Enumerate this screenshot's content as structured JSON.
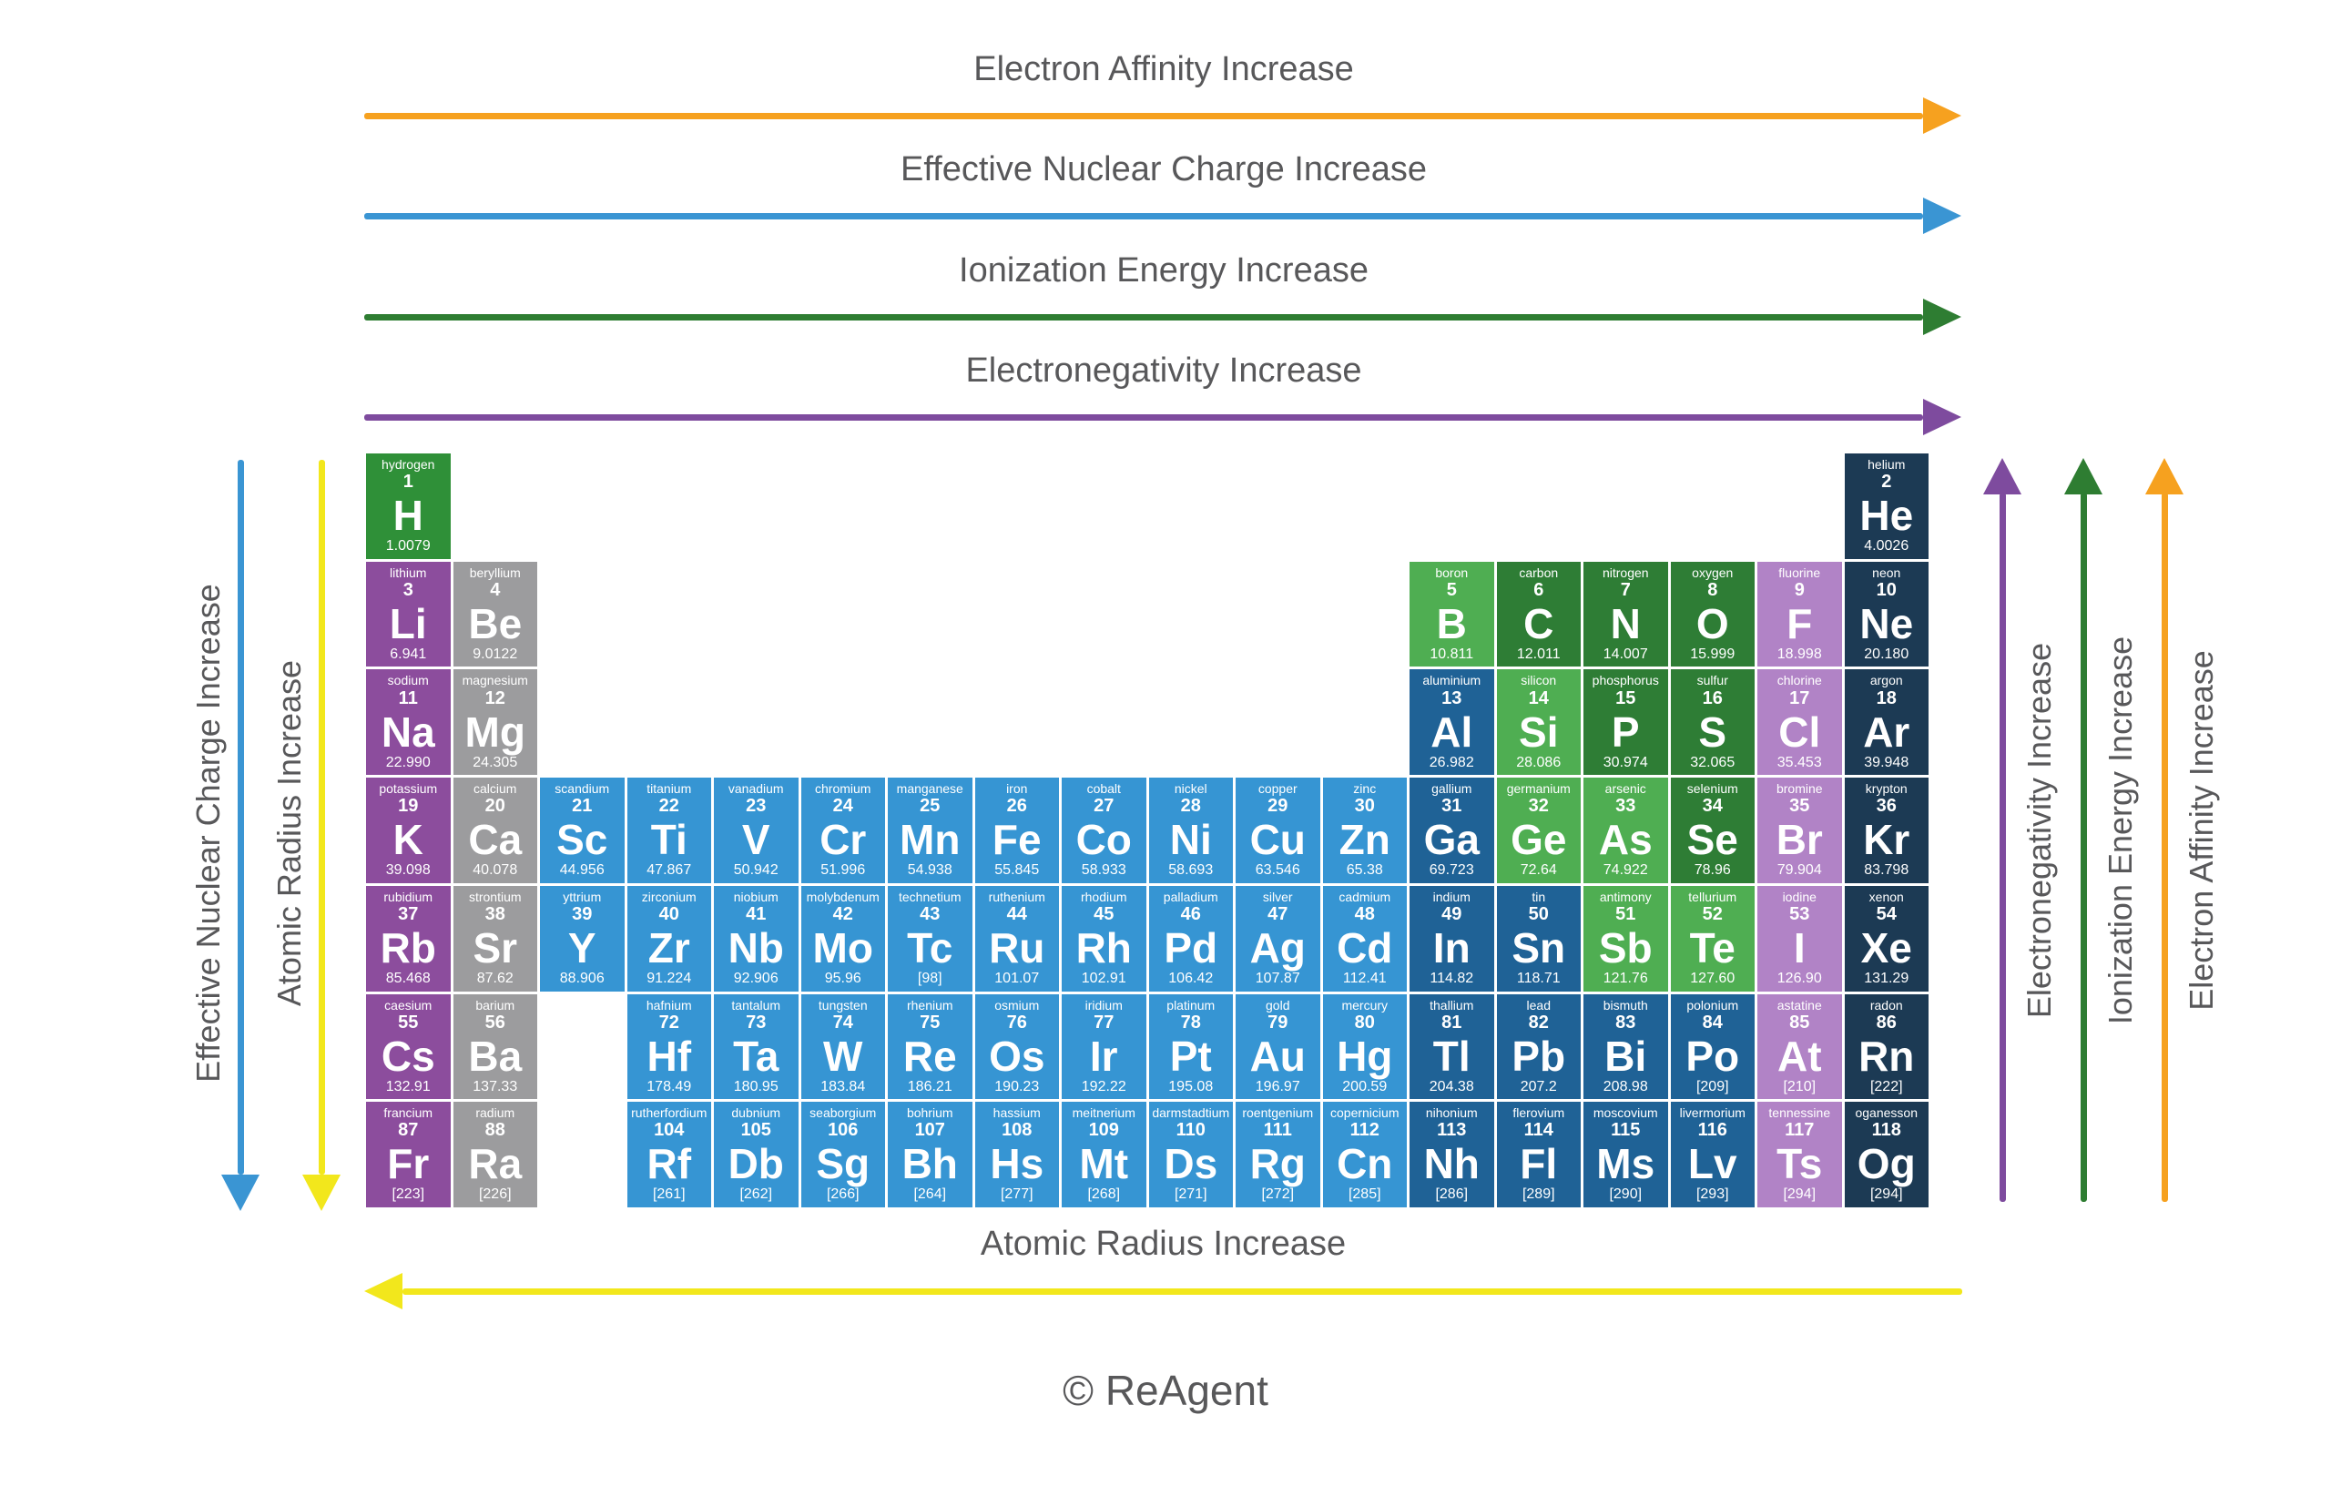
{
  "trends_top": [
    {
      "label": "Electron Affinity Increase",
      "color": "#F6A11F"
    },
    {
      "label": "Effective Nuclear Charge Increase",
      "color": "#3A95D3"
    },
    {
      "label": "Ionization Energy Increase",
      "color": "#2E7D32"
    },
    {
      "label": "Electronegativity Increase",
      "color": "#7E4B9E"
    }
  ],
  "trends_left": [
    {
      "label": "Effective Nuclear Charge Increase",
      "color": "#3A95D3"
    },
    {
      "label": "Atomic Radius Increase",
      "color": "#F2E71C"
    }
  ],
  "trends_right": [
    {
      "label": "Electronegativity Increase",
      "color": "#7E4B9E"
    },
    {
      "label": "Ionization Energy Increase",
      "color": "#2E7D32"
    },
    {
      "label": "Electron Affinity Increase",
      "color": "#F6A11F"
    }
  ],
  "trend_bottom": {
    "label": "Atomic Radius Increase",
    "color": "#F2E71C"
  },
  "copyright": "© ReAgent",
  "category_colors": {
    "hydrogen": "#2F9038",
    "alkali_metal": "#8C4D9D",
    "alkaline_earth": "#9C9C9E",
    "transition_metal": "#3695D3",
    "post_transition": "#1F6296",
    "metalloid": "#4FAE52",
    "nonmetal": "#2E7D35",
    "halogen": "#B183C6",
    "noble_gas": "#1C3A54"
  },
  "elements": [
    {
      "name": "hydrogen",
      "number": "1",
      "symbol": "H",
      "mass": "1.0079",
      "category": "hydrogen",
      "row": 1,
      "col": 1
    },
    {
      "name": "helium",
      "number": "2",
      "symbol": "He",
      "mass": "4.0026",
      "category": "noble_gas",
      "row": 1,
      "col": 18
    },
    {
      "name": "lithium",
      "number": "3",
      "symbol": "Li",
      "mass": "6.941",
      "category": "alkali_metal",
      "row": 2,
      "col": 1
    },
    {
      "name": "beryllium",
      "number": "4",
      "symbol": "Be",
      "mass": "9.0122",
      "category": "alkaline_earth",
      "row": 2,
      "col": 2
    },
    {
      "name": "boron",
      "number": "5",
      "symbol": "B",
      "mass": "10.811",
      "category": "metalloid",
      "row": 2,
      "col": 13
    },
    {
      "name": "carbon",
      "number": "6",
      "symbol": "C",
      "mass": "12.011",
      "category": "nonmetal",
      "row": 2,
      "col": 14
    },
    {
      "name": "nitrogen",
      "number": "7",
      "symbol": "N",
      "mass": "14.007",
      "category": "nonmetal",
      "row": 2,
      "col": 15
    },
    {
      "name": "oxygen",
      "number": "8",
      "symbol": "O",
      "mass": "15.999",
      "category": "nonmetal",
      "row": 2,
      "col": 16
    },
    {
      "name": "fluorine",
      "number": "9",
      "symbol": "F",
      "mass": "18.998",
      "category": "halogen",
      "row": 2,
      "col": 17
    },
    {
      "name": "neon",
      "number": "10",
      "symbol": "Ne",
      "mass": "20.180",
      "category": "noble_gas",
      "row": 2,
      "col": 18
    },
    {
      "name": "sodium",
      "number": "11",
      "symbol": "Na",
      "mass": "22.990",
      "category": "alkali_metal",
      "row": 3,
      "col": 1
    },
    {
      "name": "magnesium",
      "number": "12",
      "symbol": "Mg",
      "mass": "24.305",
      "category": "alkaline_earth",
      "row": 3,
      "col": 2
    },
    {
      "name": "aluminium",
      "number": "13",
      "symbol": "Al",
      "mass": "26.982",
      "category": "post_transition",
      "row": 3,
      "col": 13
    },
    {
      "name": "silicon",
      "number": "14",
      "symbol": "Si",
      "mass": "28.086",
      "category": "metalloid",
      "row": 3,
      "col": 14
    },
    {
      "name": "phosphorus",
      "number": "15",
      "symbol": "P",
      "mass": "30.974",
      "category": "nonmetal",
      "row": 3,
      "col": 15
    },
    {
      "name": "sulfur",
      "number": "16",
      "symbol": "S",
      "mass": "32.065",
      "category": "nonmetal",
      "row": 3,
      "col": 16
    },
    {
      "name": "chlorine",
      "number": "17",
      "symbol": "Cl",
      "mass": "35.453",
      "category": "halogen",
      "row": 3,
      "col": 17
    },
    {
      "name": "argon",
      "number": "18",
      "symbol": "Ar",
      "mass": "39.948",
      "category": "noble_gas",
      "row": 3,
      "col": 18
    },
    {
      "name": "potassium",
      "number": "19",
      "symbol": "K",
      "mass": "39.098",
      "category": "alkali_metal",
      "row": 4,
      "col": 1
    },
    {
      "name": "calcium",
      "number": "20",
      "symbol": "Ca",
      "mass": "40.078",
      "category": "alkaline_earth",
      "row": 4,
      "col": 2
    },
    {
      "name": "scandium",
      "number": "21",
      "symbol": "Sc",
      "mass": "44.956",
      "category": "transition_metal",
      "row": 4,
      "col": 3
    },
    {
      "name": "titanium",
      "number": "22",
      "symbol": "Ti",
      "mass": "47.867",
      "category": "transition_metal",
      "row": 4,
      "col": 4
    },
    {
      "name": "vanadium",
      "number": "23",
      "symbol": "V",
      "mass": "50.942",
      "category": "transition_metal",
      "row": 4,
      "col": 5
    },
    {
      "name": "chromium",
      "number": "24",
      "symbol": "Cr",
      "mass": "51.996",
      "category": "transition_metal",
      "row": 4,
      "col": 6
    },
    {
      "name": "manganese",
      "number": "25",
      "symbol": "Mn",
      "mass": "54.938",
      "category": "transition_metal",
      "row": 4,
      "col": 7
    },
    {
      "name": "iron",
      "number": "26",
      "symbol": "Fe",
      "mass": "55.845",
      "category": "transition_metal",
      "row": 4,
      "col": 8
    },
    {
      "name": "cobalt",
      "number": "27",
      "symbol": "Co",
      "mass": "58.933",
      "category": "transition_metal",
      "row": 4,
      "col": 9
    },
    {
      "name": "nickel",
      "number": "28",
      "symbol": "Ni",
      "mass": "58.693",
      "category": "transition_metal",
      "row": 4,
      "col": 10
    },
    {
      "name": "copper",
      "number": "29",
      "symbol": "Cu",
      "mass": "63.546",
      "category": "transition_metal",
      "row": 4,
      "col": 11
    },
    {
      "name": "zinc",
      "number": "30",
      "symbol": "Zn",
      "mass": "65.38",
      "category": "transition_metal",
      "row": 4,
      "col": 12
    },
    {
      "name": "gallium",
      "number": "31",
      "symbol": "Ga",
      "mass": "69.723",
      "category": "post_transition",
      "row": 4,
      "col": 13
    },
    {
      "name": "germanium",
      "number": "32",
      "symbol": "Ge",
      "mass": "72.64",
      "category": "metalloid",
      "row": 4,
      "col": 14
    },
    {
      "name": "arsenic",
      "number": "33",
      "symbol": "As",
      "mass": "74.922",
      "category": "metalloid",
      "row": 4,
      "col": 15
    },
    {
      "name": "selenium",
      "number": "34",
      "symbol": "Se",
      "mass": "78.96",
      "category": "nonmetal",
      "row": 4,
      "col": 16
    },
    {
      "name": "bromine",
      "number": "35",
      "symbol": "Br",
      "mass": "79.904",
      "category": "halogen",
      "row": 4,
      "col": 17
    },
    {
      "name": "krypton",
      "number": "36",
      "symbol": "Kr",
      "mass": "83.798",
      "category": "noble_gas",
      "row": 4,
      "col": 18
    },
    {
      "name": "rubidium",
      "number": "37",
      "symbol": "Rb",
      "mass": "85.468",
      "category": "alkali_metal",
      "row": 5,
      "col": 1
    },
    {
      "name": "strontium",
      "number": "38",
      "symbol": "Sr",
      "mass": "87.62",
      "category": "alkaline_earth",
      "row": 5,
      "col": 2
    },
    {
      "name": "yttrium",
      "number": "39",
      "symbol": "Y",
      "mass": "88.906",
      "category": "transition_metal",
      "row": 5,
      "col": 3
    },
    {
      "name": "zirconium",
      "number": "40",
      "symbol": "Zr",
      "mass": "91.224",
      "category": "transition_metal",
      "row": 5,
      "col": 4
    },
    {
      "name": "niobium",
      "number": "41",
      "symbol": "Nb",
      "mass": "92.906",
      "category": "transition_metal",
      "row": 5,
      "col": 5
    },
    {
      "name": "molybdenum",
      "number": "42",
      "symbol": "Mo",
      "mass": "95.96",
      "category": "transition_metal",
      "row": 5,
      "col": 6
    },
    {
      "name": "technetium",
      "number": "43",
      "symbol": "Tc",
      "mass": "[98]",
      "category": "transition_metal",
      "row": 5,
      "col": 7
    },
    {
      "name": "ruthenium",
      "number": "44",
      "symbol": "Ru",
      "mass": "101.07",
      "category": "transition_metal",
      "row": 5,
      "col": 8
    },
    {
      "name": "rhodium",
      "number": "45",
      "symbol": "Rh",
      "mass": "102.91",
      "category": "transition_metal",
      "row": 5,
      "col": 9
    },
    {
      "name": "palladium",
      "number": "46",
      "symbol": "Pd",
      "mass": "106.42",
      "category": "transition_metal",
      "row": 5,
      "col": 10
    },
    {
      "name": "silver",
      "number": "47",
      "symbol": "Ag",
      "mass": "107.87",
      "category": "transition_metal",
      "row": 5,
      "col": 11
    },
    {
      "name": "cadmium",
      "number": "48",
      "symbol": "Cd",
      "mass": "112.41",
      "category": "transition_metal",
      "row": 5,
      "col": 12
    },
    {
      "name": "indium",
      "number": "49",
      "symbol": "In",
      "mass": "114.82",
      "category": "post_transition",
      "row": 5,
      "col": 13
    },
    {
      "name": "tin",
      "number": "50",
      "symbol": "Sn",
      "mass": "118.71",
      "category": "post_transition",
      "row": 5,
      "col": 14
    },
    {
      "name": "antimony",
      "number": "51",
      "symbol": "Sb",
      "mass": "121.76",
      "category": "metalloid",
      "row": 5,
      "col": 15
    },
    {
      "name": "tellurium",
      "number": "52",
      "symbol": "Te",
      "mass": "127.60",
      "category": "metalloid",
      "row": 5,
      "col": 16
    },
    {
      "name": "iodine",
      "number": "53",
      "symbol": "I",
      "mass": "126.90",
      "category": "halogen",
      "row": 5,
      "col": 17
    },
    {
      "name": "xenon",
      "number": "54",
      "symbol": "Xe",
      "mass": "131.29",
      "category": "noble_gas",
      "row": 5,
      "col": 18
    },
    {
      "name": "caesium",
      "number": "55",
      "symbol": "Cs",
      "mass": "132.91",
      "category": "alkali_metal",
      "row": 6,
      "col": 1
    },
    {
      "name": "barium",
      "number": "56",
      "symbol": "Ba",
      "mass": "137.33",
      "category": "alkaline_earth",
      "row": 6,
      "col": 2
    },
    {
      "name": "hafnium",
      "number": "72",
      "symbol": "Hf",
      "mass": "178.49",
      "category": "transition_metal",
      "row": 6,
      "col": 4
    },
    {
      "name": "tantalum",
      "number": "73",
      "symbol": "Ta",
      "mass": "180.95",
      "category": "transition_metal",
      "row": 6,
      "col": 5
    },
    {
      "name": "tungsten",
      "number": "74",
      "symbol": "W",
      "mass": "183.84",
      "category": "transition_metal",
      "row": 6,
      "col": 6
    },
    {
      "name": "rhenium",
      "number": "75",
      "symbol": "Re",
      "mass": "186.21",
      "category": "transition_metal",
      "row": 6,
      "col": 7
    },
    {
      "name": "osmium",
      "number": "76",
      "symbol": "Os",
      "mass": "190.23",
      "category": "transition_metal",
      "row": 6,
      "col": 8
    },
    {
      "name": "iridium",
      "number": "77",
      "symbol": "Ir",
      "mass": "192.22",
      "category": "transition_metal",
      "row": 6,
      "col": 9
    },
    {
      "name": "platinum",
      "number": "78",
      "symbol": "Pt",
      "mass": "195.08",
      "category": "transition_metal",
      "row": 6,
      "col": 10
    },
    {
      "name": "gold",
      "number": "79",
      "symbol": "Au",
      "mass": "196.97",
      "category": "transition_metal",
      "row": 6,
      "col": 11
    },
    {
      "name": "mercury",
      "number": "80",
      "symbol": "Hg",
      "mass": "200.59",
      "category": "transition_metal",
      "row": 6,
      "col": 12
    },
    {
      "name": "thallium",
      "number": "81",
      "symbol": "Tl",
      "mass": "204.38",
      "category": "post_transition",
      "row": 6,
      "col": 13
    },
    {
      "name": "lead",
      "number": "82",
      "symbol": "Pb",
      "mass": "207.2",
      "category": "post_transition",
      "row": 6,
      "col": 14
    },
    {
      "name": "bismuth",
      "number": "83",
      "symbol": "Bi",
      "mass": "208.98",
      "category": "post_transition",
      "row": 6,
      "col": 15
    },
    {
      "name": "polonium",
      "number": "84",
      "symbol": "Po",
      "mass": "[209]",
      "category": "post_transition",
      "row": 6,
      "col": 16
    },
    {
      "name": "astatine",
      "number": "85",
      "symbol": "At",
      "mass": "[210]",
      "category": "halogen",
      "row": 6,
      "col": 17
    },
    {
      "name": "radon",
      "number": "86",
      "symbol": "Rn",
      "mass": "[222]",
      "category": "noble_gas",
      "row": 6,
      "col": 18
    },
    {
      "name": "francium",
      "number": "87",
      "symbol": "Fr",
      "mass": "[223]",
      "category": "alkali_metal",
      "row": 7,
      "col": 1
    },
    {
      "name": "radium",
      "number": "88",
      "symbol": "Ra",
      "mass": "[226]",
      "category": "alkaline_earth",
      "row": 7,
      "col": 2
    },
    {
      "name": "rutherfordium",
      "number": "104",
      "symbol": "Rf",
      "mass": "[261]",
      "category": "transition_metal",
      "row": 7,
      "col": 4
    },
    {
      "name": "dubnium",
      "number": "105",
      "symbol": "Db",
      "mass": "[262]",
      "category": "transition_metal",
      "row": 7,
      "col": 5
    },
    {
      "name": "seaborgium",
      "number": "106",
      "symbol": "Sg",
      "mass": "[266]",
      "category": "transition_metal",
      "row": 7,
      "col": 6
    },
    {
      "name": "bohrium",
      "number": "107",
      "symbol": "Bh",
      "mass": "[264]",
      "category": "transition_metal",
      "row": 7,
      "col": 7
    },
    {
      "name": "hassium",
      "number": "108",
      "symbol": "Hs",
      "mass": "[277]",
      "category": "transition_metal",
      "row": 7,
      "col": 8
    },
    {
      "name": "meitnerium",
      "number": "109",
      "symbol": "Mt",
      "mass": "[268]",
      "category": "transition_metal",
      "row": 7,
      "col": 9
    },
    {
      "name": "darmstadtium",
      "number": "110",
      "symbol": "Ds",
      "mass": "[271]",
      "category": "transition_metal",
      "row": 7,
      "col": 10
    },
    {
      "name": "roentgenium",
      "number": "111",
      "symbol": "Rg",
      "mass": "[272]",
      "category": "transition_metal",
      "row": 7,
      "col": 11
    },
    {
      "name": "copernicium",
      "number": "112",
      "symbol": "Cn",
      "mass": "[285]",
      "category": "transition_metal",
      "row": 7,
      "col": 12
    },
    {
      "name": "nihonium",
      "number": "113",
      "symbol": "Nh",
      "mass": "[286]",
      "category": "post_transition",
      "row": 7,
      "col": 13
    },
    {
      "name": "flerovium",
      "number": "114",
      "symbol": "Fl",
      "mass": "[289]",
      "category": "post_transition",
      "row": 7,
      "col": 14
    },
    {
      "name": "moscovium",
      "number": "115",
      "symbol": "Ms",
      "mass": "[290]",
      "category": "post_transition",
      "row": 7,
      "col": 15
    },
    {
      "name": "livermorium",
      "number": "116",
      "symbol": "Lv",
      "mass": "[293]",
      "category": "post_transition",
      "row": 7,
      "col": 16
    },
    {
      "name": "tennessine",
      "number": "117",
      "symbol": "Ts",
      "mass": "[294]",
      "category": "halogen",
      "row": 7,
      "col": 17
    },
    {
      "name": "oganesson",
      "number": "118",
      "symbol": "Og",
      "mass": "[294]",
      "category": "noble_gas",
      "row": 7,
      "col": 18
    }
  ]
}
